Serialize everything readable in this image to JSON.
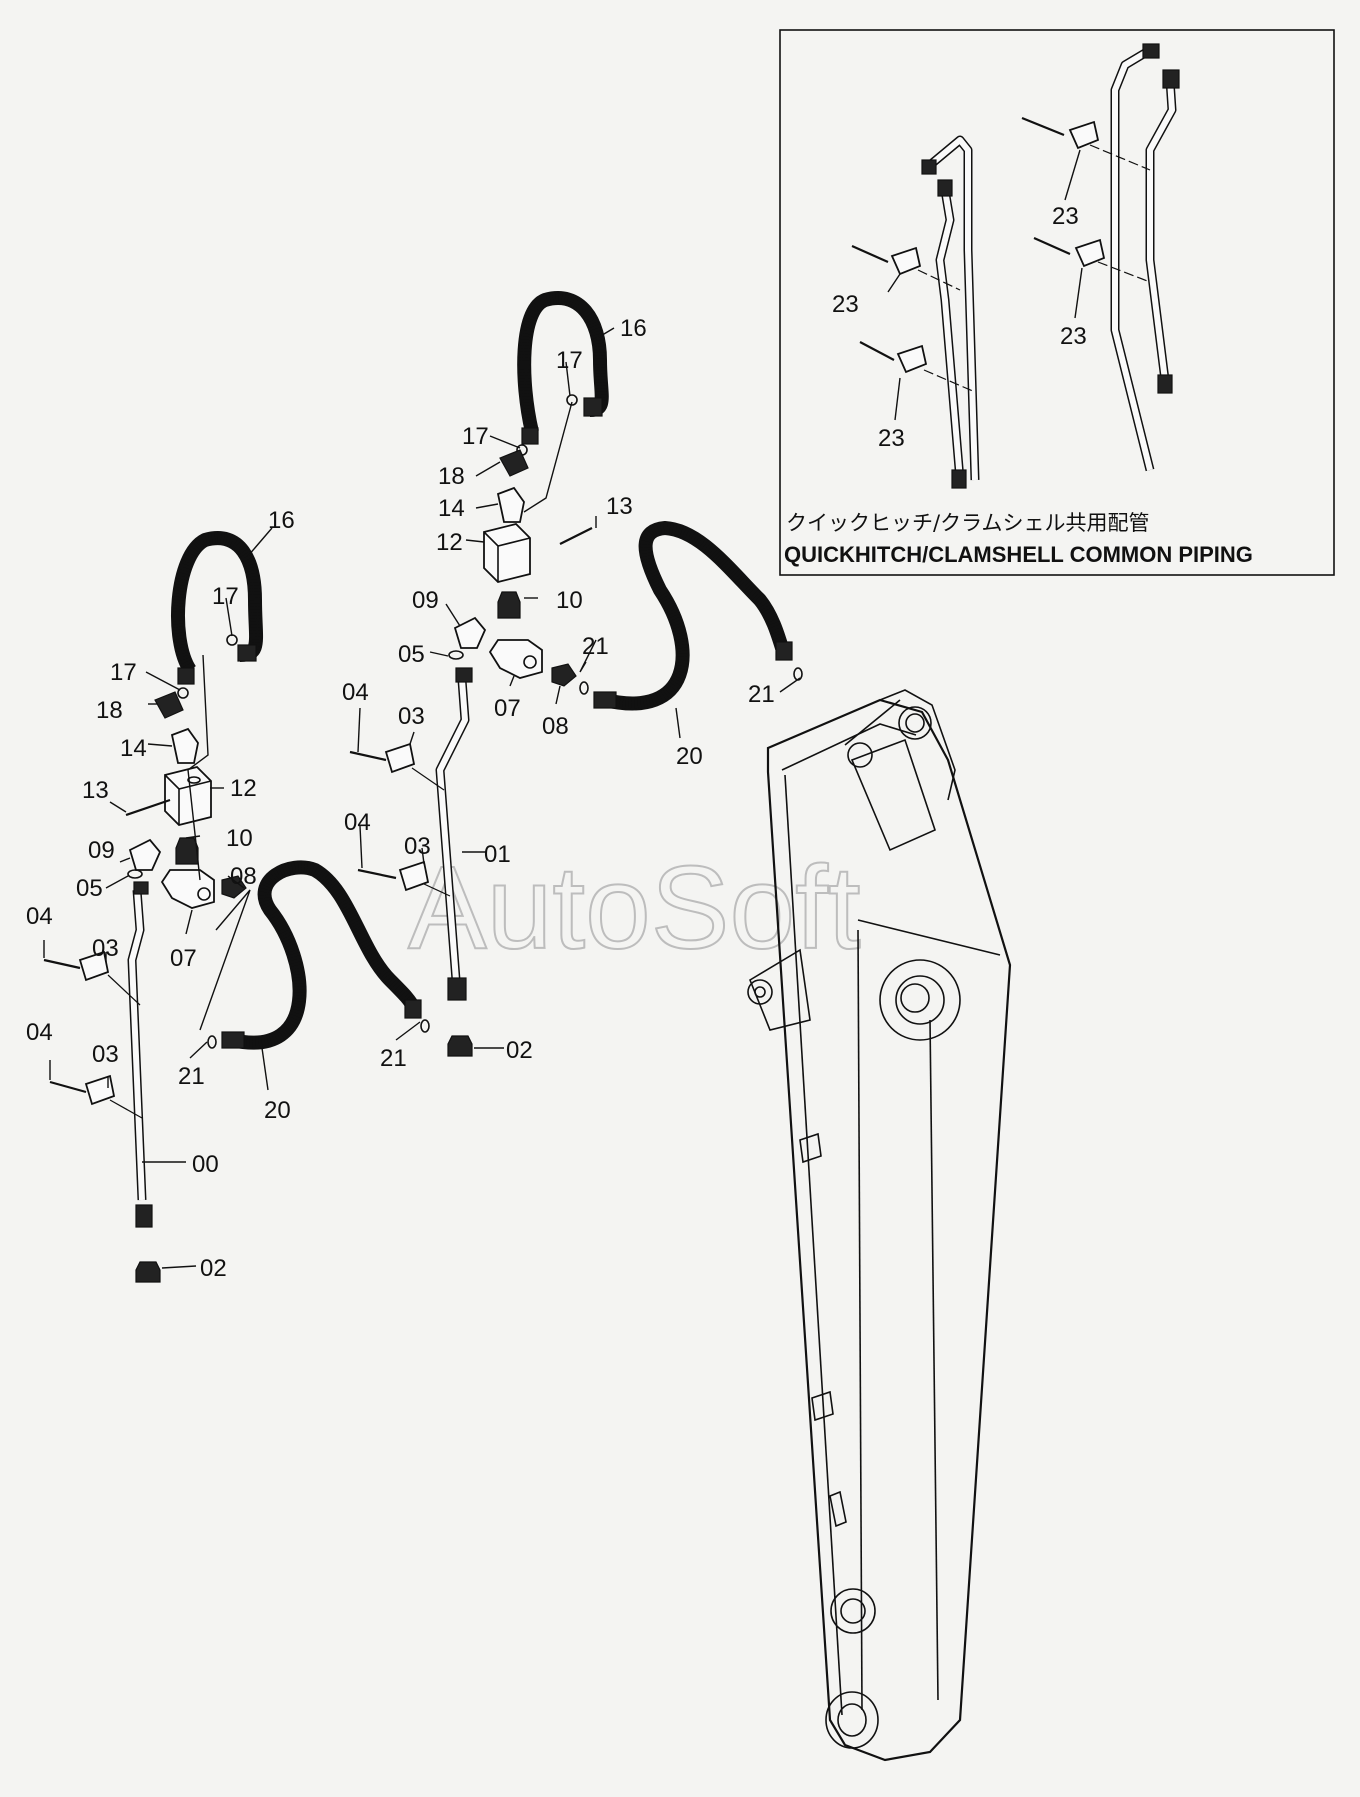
{
  "diagram": {
    "watermark": "AutoSoft",
    "inset": {
      "caption_jp": "クイックヒッチ/クラムシェル共用配管",
      "caption_en": "QUICKHITCH/CLAMSHELL COMMON PIPING",
      "labels": [
        "23",
        "23",
        "23",
        "23"
      ]
    },
    "left_assembly_labels": [
      "16",
      "17",
      "17",
      "18",
      "14",
      "13",
      "12",
      "10",
      "09",
      "05",
      "08",
      "07",
      "04",
      "03",
      "04",
      "03",
      "00",
      "02",
      "21",
      "20",
      "21"
    ],
    "center_assembly_labels": [
      "16",
      "17",
      "17",
      "18",
      "14",
      "13",
      "12",
      "09",
      "10",
      "05",
      "21",
      "07",
      "08",
      "21",
      "20",
      "04",
      "03",
      "04",
      "03",
      "01",
      "02"
    ]
  }
}
